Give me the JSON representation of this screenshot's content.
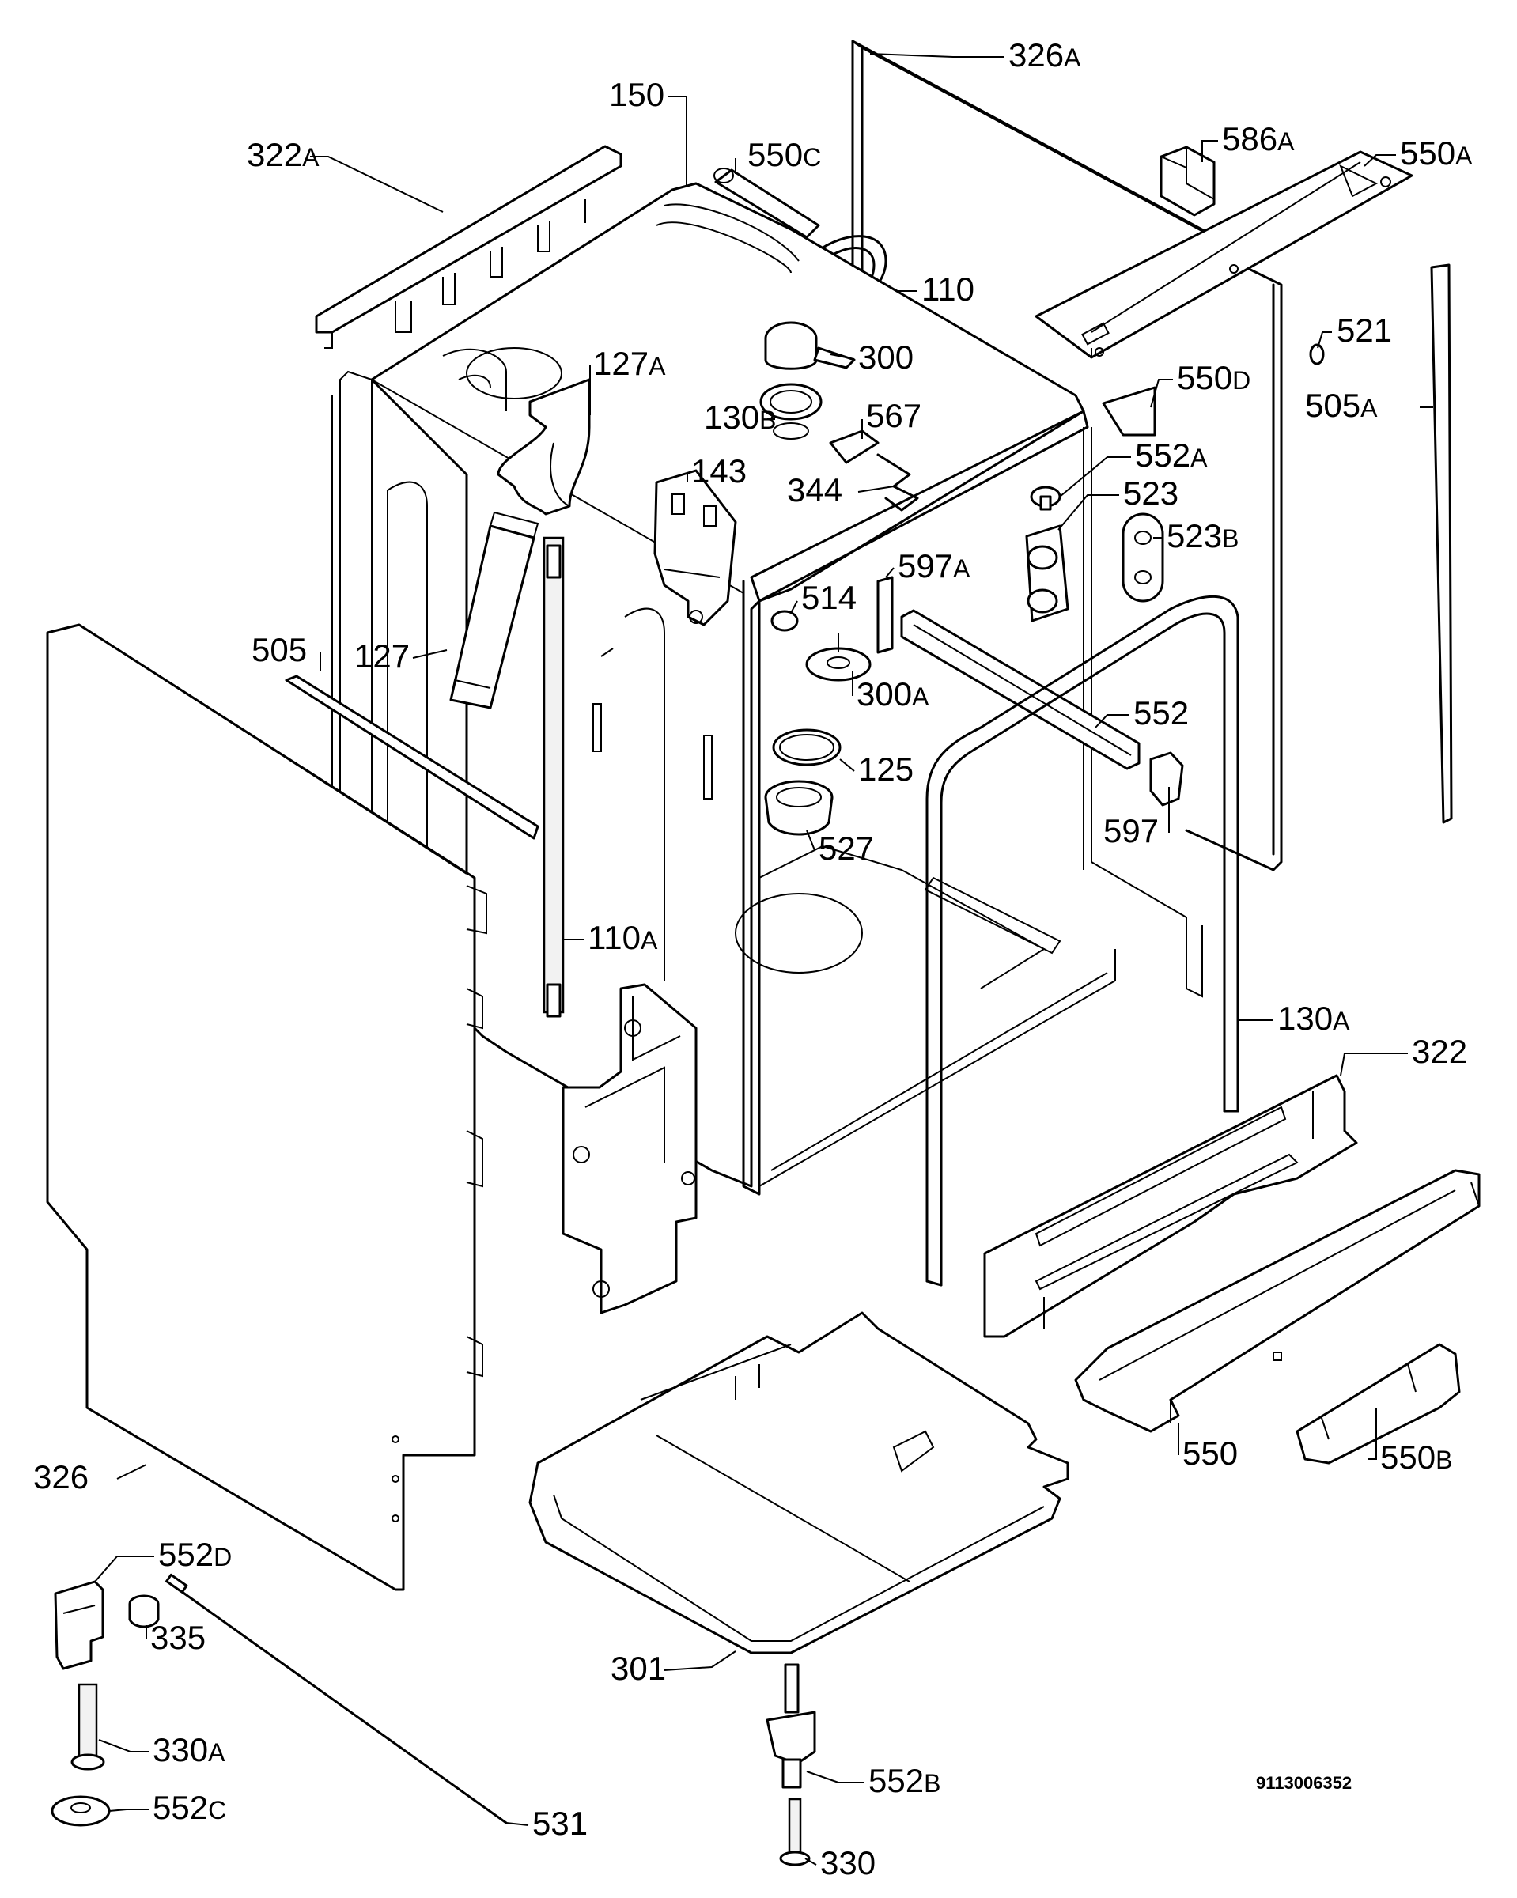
{
  "diagram": {
    "drawing_number": "9113006352",
    "labels": [
      {
        "id": "326A",
        "num": "326",
        "suf": "A"
      },
      {
        "id": "150",
        "num": "150",
        "suf": ""
      },
      {
        "id": "322A",
        "num": "322",
        "suf": "A"
      },
      {
        "id": "550C",
        "num": "550",
        "suf": "C"
      },
      {
        "id": "586A",
        "num": "586",
        "suf": "A"
      },
      {
        "id": "550A",
        "num": "550",
        "suf": "A"
      },
      {
        "id": "110",
        "num": "110",
        "suf": ""
      },
      {
        "id": "521",
        "num": "521",
        "suf": ""
      },
      {
        "id": "127A",
        "num": "127",
        "suf": "A"
      },
      {
        "id": "300",
        "num": "300",
        "suf": ""
      },
      {
        "id": "550D",
        "num": "550",
        "suf": "D"
      },
      {
        "id": "505A",
        "num": "505",
        "suf": "A"
      },
      {
        "id": "130B",
        "num": "130",
        "suf": "B"
      },
      {
        "id": "567",
        "num": "567",
        "suf": ""
      },
      {
        "id": "552A",
        "num": "552",
        "suf": "A"
      },
      {
        "id": "143",
        "num": "143",
        "suf": ""
      },
      {
        "id": "344",
        "num": "344",
        "suf": ""
      },
      {
        "id": "523",
        "num": "523",
        "suf": ""
      },
      {
        "id": "523B",
        "num": "523",
        "suf": "B"
      },
      {
        "id": "514",
        "num": "514",
        "suf": ""
      },
      {
        "id": "597A",
        "num": "597",
        "suf": "A"
      },
      {
        "id": "505",
        "num": "505",
        "suf": ""
      },
      {
        "id": "127",
        "num": "127",
        "suf": ""
      },
      {
        "id": "300A",
        "num": "300",
        "suf": "A"
      },
      {
        "id": "552",
        "num": "552",
        "suf": ""
      },
      {
        "id": "125",
        "num": "125",
        "suf": ""
      },
      {
        "id": "597",
        "num": "597",
        "suf": ""
      },
      {
        "id": "527",
        "num": "527",
        "suf": ""
      },
      {
        "id": "110A",
        "num": "110",
        "suf": "A"
      },
      {
        "id": "130A",
        "num": "130",
        "suf": "A"
      },
      {
        "id": "322",
        "num": "322",
        "suf": ""
      },
      {
        "id": "326",
        "num": "326",
        "suf": ""
      },
      {
        "id": "550",
        "num": "550",
        "suf": ""
      },
      {
        "id": "550B",
        "num": "550",
        "suf": "B"
      },
      {
        "id": "552D",
        "num": "552",
        "suf": "D"
      },
      {
        "id": "335",
        "num": "335",
        "suf": ""
      },
      {
        "id": "301",
        "num": "301",
        "suf": ""
      },
      {
        "id": "330A",
        "num": "330",
        "suf": "A"
      },
      {
        "id": "531",
        "num": "531",
        "suf": ""
      },
      {
        "id": "552B",
        "num": "552",
        "suf": "B"
      },
      {
        "id": "552C",
        "num": "552",
        "suf": "C"
      },
      {
        "id": "330",
        "num": "330",
        "suf": ""
      }
    ]
  }
}
